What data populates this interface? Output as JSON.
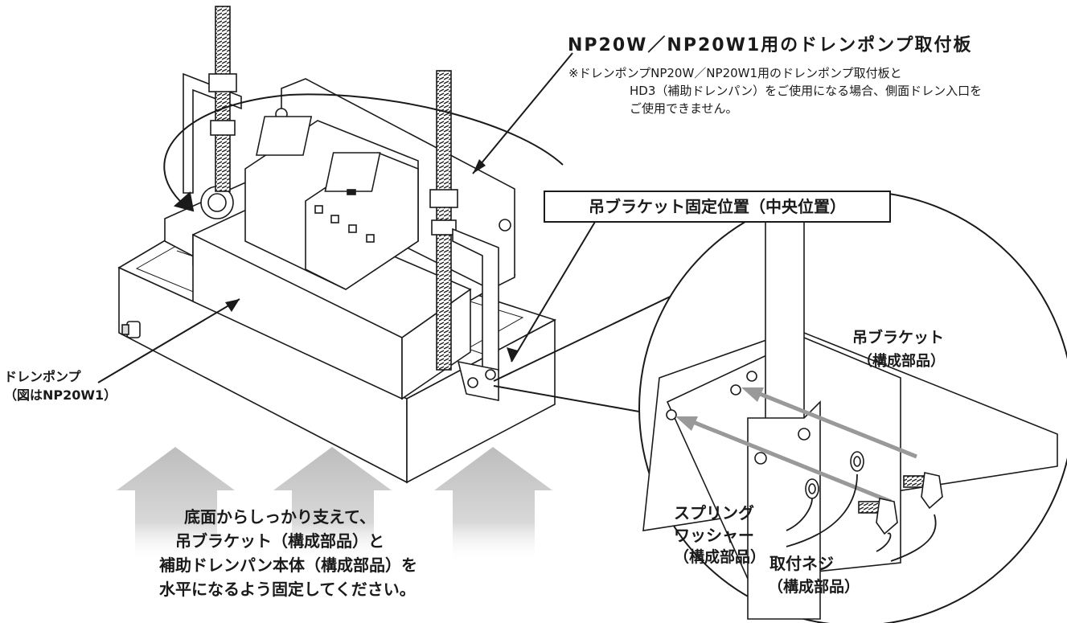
{
  "title": "NP20W／NP20W1用のドレンポンプ取付板",
  "note": {
    "line1": "※ドレンポンプNP20W／NP20W1用のドレンポンプ取付板と",
    "line2": "HD3（補助ドレンパン）をご使用になる場合、側面ドレン入口を",
    "line3": "ご使用できません。"
  },
  "position_label": "吊ブラケット固定位置（中央位置）",
  "pump_label": {
    "line1": "ドレンポンプ",
    "line2": "（図はNP20W1）"
  },
  "bracket_label": {
    "line1": "吊ブラケット",
    "line2": "（構成部品）"
  },
  "washer_label": {
    "line1": "スプリング",
    "line2": "ワッシャー",
    "line3": "（構成部品）"
  },
  "screw_label": {
    "line1": "取付ネジ",
    "line2": "（構成部品）"
  },
  "instruction": {
    "line1": "底面からしっかり支えて、",
    "line2": "吊ブラケット（構成部品）と",
    "line3": "補助ドレンパン本体（構成部品）を",
    "line4": "水平になるよう固定してください。"
  },
  "colors": {
    "line": "#1a1a1a",
    "arrow_fill": "#bdbdbd",
    "part_gray": "#999999"
  }
}
